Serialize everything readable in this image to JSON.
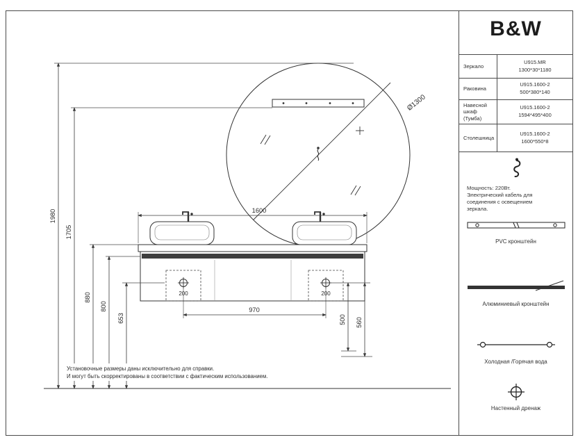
{
  "brand": {
    "logo": "B&W"
  },
  "spec_table": {
    "rows": [
      {
        "label": "Зеркало",
        "model": "U915.MR",
        "size": "1300*30*1180"
      },
      {
        "label": "Раковина",
        "model": "U915.1600-2",
        "size": "500*380*140"
      },
      {
        "label": "Навесной шкаф (Тумба)",
        "model": "U915.1600-2",
        "size": "1594*495*400"
      },
      {
        "label": "Столешница",
        "model": "U915.1600-2",
        "size": "1600*550*8"
      }
    ]
  },
  "legend": {
    "power_title": "Мощность: 220Вт.",
    "power_text": "Электрический кабель для соединения с освещением зеркала.",
    "pvc_bracket_label": "PVC кронштейн",
    "alu_bracket_label": "Алюминиевый кронштейн",
    "water_label": "Холодная /Горячая вода",
    "drain_label": "Настенный дренаж"
  },
  "dimensions": {
    "mirror_diameter": "Ø1300",
    "total_height": "1980",
    "lamp_height": "1705",
    "countertop_height": "880",
    "cabinet_height": "800",
    "drain_height": "653",
    "vanity_width": "1600",
    "drain_spacing": "970",
    "drain_offset_left": "200",
    "drain_offset_right": "200",
    "supply_height_1": "500",
    "supply_height_2": "560"
  },
  "footnote": {
    "line1": "Установочные размеры даны исключительно для справки.",
    "line2": "И могут быть скорректированы в соответствии с фактическим использованием."
  }
}
